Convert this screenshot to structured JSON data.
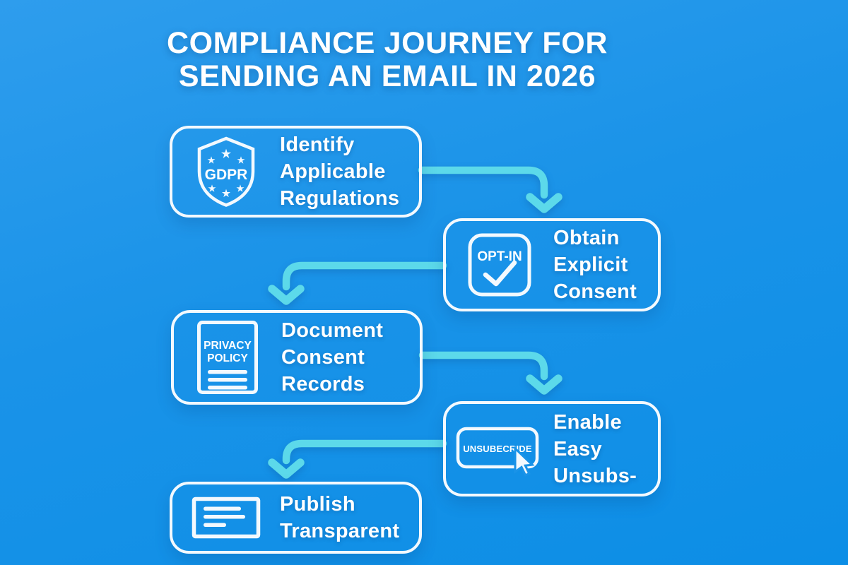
{
  "title": {
    "line1": "COMPLIANCE JOURNEY FOR",
    "line2": "SENDING AN EMAIL IN 2026"
  },
  "colors": {
    "background_top": "#2e9ded",
    "background_bottom": "#0c8ee6",
    "box_border": "#f3f9fe",
    "arrow": "#5cd9ea",
    "text": "#ffffff"
  },
  "steps": [
    {
      "name": "identify-applicable-regulations",
      "icon": "gdpr-shield-icon",
      "icon_label": "GDPR",
      "label_lines": [
        "Identify",
        "Applicable",
        "Regulations"
      ]
    },
    {
      "name": "obtain-explicit-consent",
      "icon": "opt-in-checkbox-icon",
      "icon_label": "OPT-IN",
      "label_lines": [
        "Obtain",
        "Explicit",
        "Consent"
      ]
    },
    {
      "name": "document-consent-records",
      "icon": "privacy-policy-document-icon",
      "icon_label_line1": "PRIVACY",
      "icon_label_line2": "POLICY",
      "label_lines": [
        "Document",
        "Consent",
        "Records"
      ]
    },
    {
      "name": "enable-easy-unsubscribe",
      "icon": "unsubscribe-button-cursor-icon",
      "icon_label": "UNSUBECRIDE",
      "label_lines": [
        "Enable",
        "Easy",
        "Unsubs-"
      ]
    },
    {
      "name": "publish-transparent",
      "icon": "document-lines-icon",
      "label_lines": [
        "Publish",
        "Transparent"
      ]
    }
  ]
}
